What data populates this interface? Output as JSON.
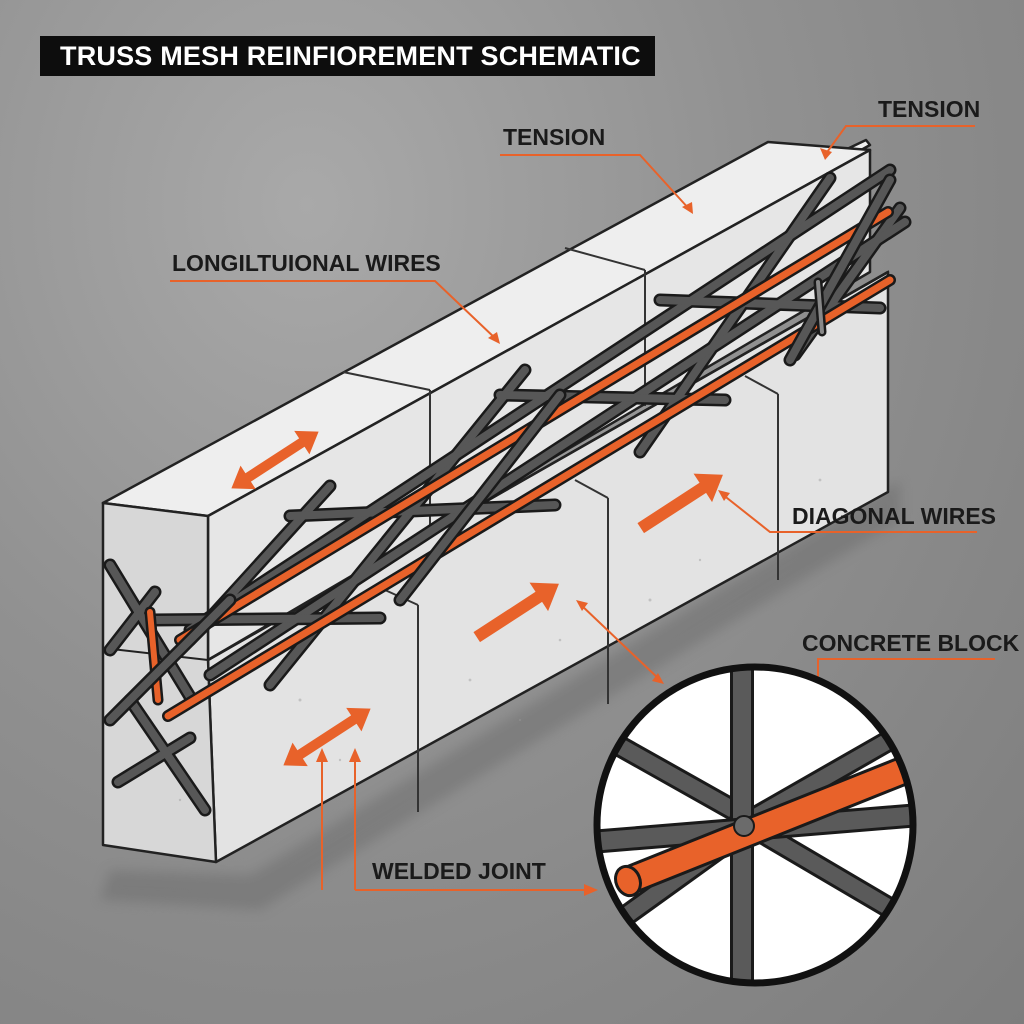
{
  "title": "TRUSS MESH REINFIOREMENT SCHEMATIC",
  "labels": {
    "tension_top": "TENSION",
    "tension_mid": "TENSION",
    "longitudinal": "LONGILTUIONAL WIRES",
    "diagonal": "DIAGONAL WIRES",
    "concrete": "CONCRETE BLOCK",
    "welded": "WELDED JOINT"
  },
  "colors": {
    "accent": "#e8622a",
    "steel": "#4a4a4a",
    "concrete": "#e9e9e9",
    "title_bg": "#0d0d0d"
  },
  "icons": [
    "double-arrow-icon",
    "single-arrow-icon",
    "magnifier-circle-icon"
  ]
}
